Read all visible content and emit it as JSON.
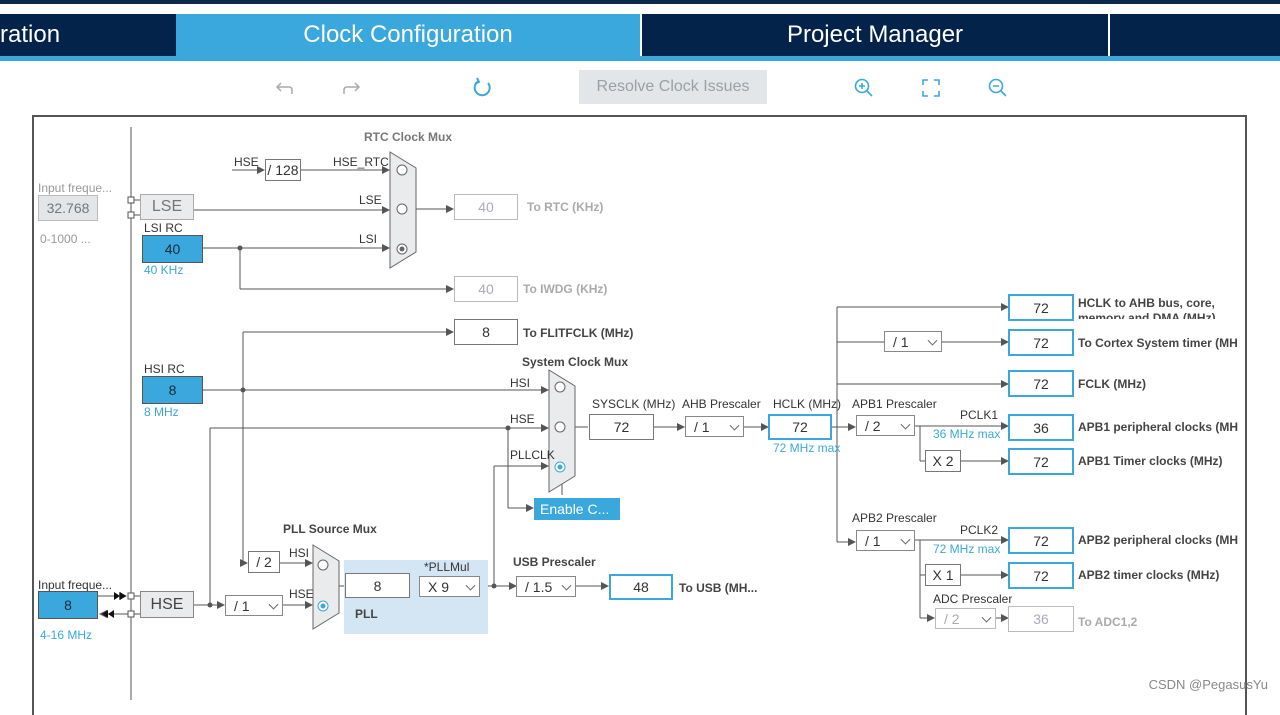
{
  "tabs": [
    {
      "label": "ration",
      "active": false
    },
    {
      "label": "Clock Configuration",
      "active": true
    },
    {
      "label": "Project Manager",
      "active": false
    }
  ],
  "toolbar": {
    "undo_icon": "undo-icon",
    "redo_icon": "redo-icon",
    "refresh_icon": "refresh-icon",
    "resolve_label": "Resolve Clock Issues",
    "zoom_in_icon": "zoom-in-icon",
    "fit_icon": "fit-screen-icon",
    "zoom_out_icon": "zoom-out-icon"
  },
  "colors": {
    "accent": "#3aa8dc",
    "nav": "#03234b"
  },
  "diagram": {
    "lse_input": {
      "label": "Input freque...",
      "value": "32.768",
      "range": "0-1000 ..."
    },
    "lse": "LSE",
    "lsi": {
      "label": "LSI RC",
      "value": "40",
      "unit": "40 KHz"
    },
    "rtc_mux": {
      "title": "RTC Clock Mux",
      "hse": "HSE",
      "div": "/ 128",
      "hse_rtc": "HSE_RTC",
      "lse": "LSE",
      "lsi": "LSI"
    },
    "rtc_out": {
      "value": "40",
      "label": "To RTC (KHz)"
    },
    "iwdg_out": {
      "value": "40",
      "label": "To IWDG (KHz)"
    },
    "flit_out": {
      "value": "8",
      "label": "To FLITFCLK (MHz)"
    },
    "hsi": {
      "label": "HSI RC",
      "value": "8",
      "unit": "8 MHz"
    },
    "sys_mux": {
      "title": "System Clock Mux",
      "hsi": "HSI",
      "hse": "HSE",
      "pllclk": "PLLCLK"
    },
    "enable_css": "Enable C...",
    "sysclk": {
      "label": "SYSCLK (MHz)",
      "value": "72"
    },
    "ahb": {
      "label": "AHB Prescaler",
      "value": "/ 1"
    },
    "hclk": {
      "label": "HCLK (MHz)",
      "value": "72",
      "max": "72 MHz max"
    },
    "apb1": {
      "label": "APB1 Prescaler",
      "value": "/ 2",
      "pclk": "PCLK1",
      "max": "36 MHz max",
      "mult": "X 2"
    },
    "apb2": {
      "label": "APB2 Prescaler",
      "value": "/ 1",
      "pclk": "PCLK2",
      "max": "72 MHz max",
      "mult": "X 1"
    },
    "adc": {
      "label": "ADC Prescaler",
      "value": "/ 2"
    },
    "cortex_div": "/ 1",
    "outputs": [
      {
        "value": "72",
        "label": "HCLK to AHB bus, core,"
      },
      {
        "value": "72",
        "label": "To Cortex System timer (MH"
      },
      {
        "value": "72",
        "label": "FCLK (MHz)"
      },
      {
        "value": "36",
        "label": "APB1 peripheral clocks (MH"
      },
      {
        "value": "72",
        "label": "APB1 Timer clocks (MHz)"
      },
      {
        "value": "72",
        "label": "APB2 peripheral clocks (MH"
      },
      {
        "value": "72",
        "label": "APB2 timer clocks (MHz)"
      },
      {
        "value": "36",
        "label": "To ADC1,2"
      }
    ],
    "hclk_sub": "memory and DMA (MHz)",
    "hse_input": {
      "label": "Input freque...",
      "value": "8",
      "range": "4-16 MHz"
    },
    "hse": "HSE",
    "hse_div": "/ 1",
    "hsi_div": "/ 2",
    "pll_mux": {
      "title": "PLL Source Mux",
      "hsi": "HSI",
      "hse": "HSE"
    },
    "pll": {
      "label": "PLL",
      "value": "8",
      "mul_label": "*PLLMul",
      "mul": "X 9"
    },
    "usb": {
      "label": "USB Prescaler",
      "value": "/ 1.5",
      "out": "48",
      "out_label": "To USB (MH..."
    }
  },
  "watermark": "CSDN @PegasusYu"
}
